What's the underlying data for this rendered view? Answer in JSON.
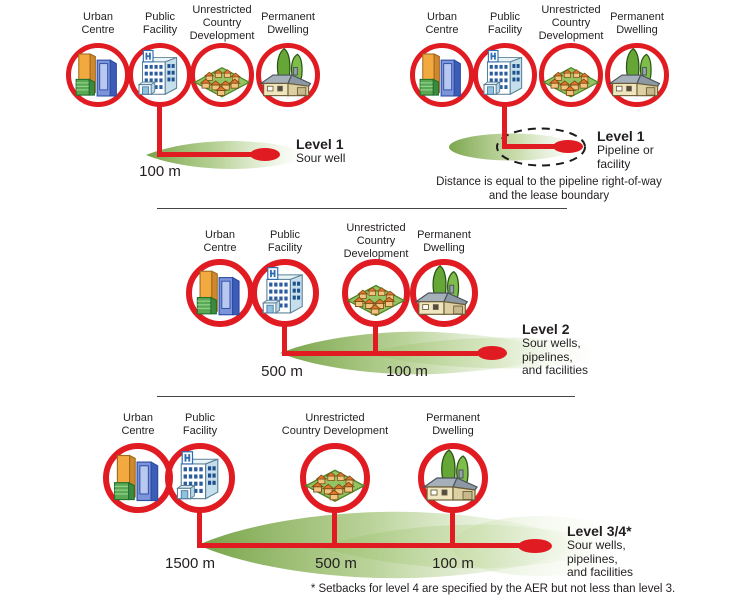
{
  "palette": {
    "red": "#e11b22",
    "green_dark": "#6f9e3d",
    "green_light": "#cfe3b4",
    "text": "#231f20"
  },
  "icons": {
    "urban": "urban-centre-icon",
    "public": "public-facility-icon",
    "ucd": "country-development-icon",
    "dwelling": "permanent-dwelling-icon"
  },
  "column_labels": {
    "urban": "Urban\nCentre",
    "public": "Public\nFacility",
    "ucd3": "Unrestricted\nCountry\nDevelopment",
    "ucd2": "Unrestricted\nCountry Development",
    "dwelling": "Permanent\nDwelling"
  },
  "sections": [
    {
      "name": "level1-sour-well",
      "level_title": "Level 1",
      "level_subtitle": "Sour well",
      "distances": [
        "100 m"
      ]
    },
    {
      "name": "level1-pipeline",
      "level_title": "Level 1",
      "level_subtitle": "Pipeline or\nfacility",
      "caption": "Distance is equal to the pipeline right-of-way\nand the lease boundary",
      "distances": []
    },
    {
      "name": "level2",
      "level_title": "Level 2",
      "level_subtitle": "Sour wells,\npipelines,\nand facilities",
      "distances": [
        "500 m",
        "100 m"
      ]
    },
    {
      "name": "level3-4",
      "level_title": "Level 3/4*",
      "level_subtitle": "Sour wells,\npipelines,\nand facilities",
      "distances": [
        "1500 m",
        "500 m",
        "100 m"
      ]
    }
  ],
  "footnote": "* Setbacks for level 4 are specified by the AER but not less than level 3."
}
